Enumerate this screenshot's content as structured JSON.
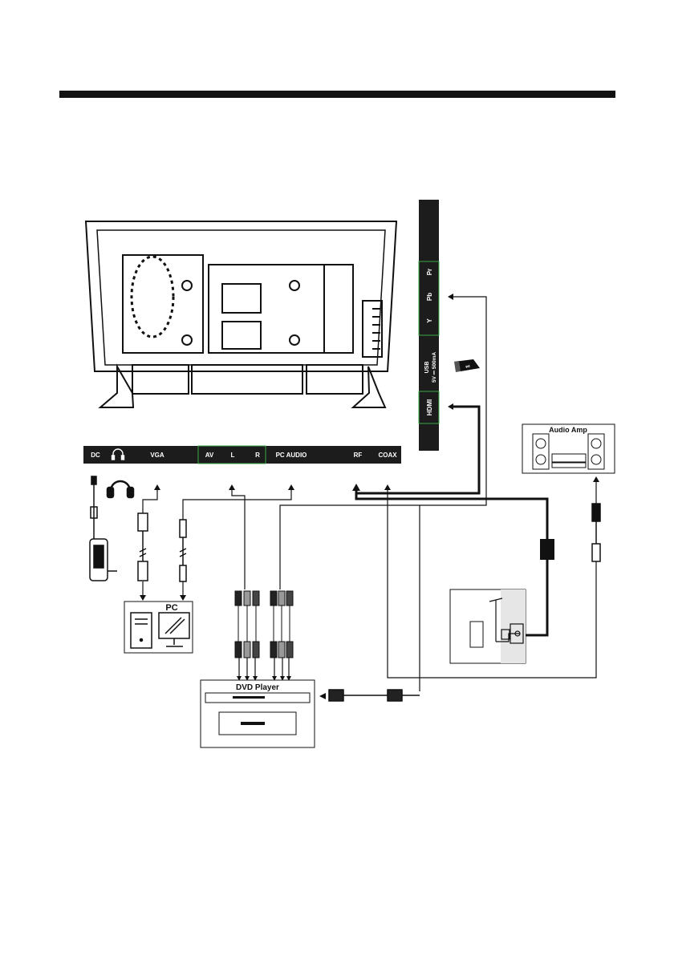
{
  "side_panel": {
    "ports": [
      "Pr",
      "Pb",
      "Y",
      "USB",
      "5V ⎓ 500mA",
      "HDMI"
    ]
  },
  "bottom_panel": {
    "ports": [
      "DC",
      "VGA",
      "AV",
      "L",
      "R",
      "PC AUDIO",
      "RF",
      "COAX"
    ]
  },
  "devices": {
    "audio_amp": "Audio Amp",
    "pc": "PC",
    "dvd_player": "DVD Player"
  },
  "colors": {
    "panel": "#1c1c1c",
    "line": "#111111",
    "av_highlight": "#3aa844",
    "antenna_box": "#e6e6e6"
  },
  "icons": [
    "headphone-icon",
    "usb-stick-icon",
    "power-adapter-icon",
    "headphones-icon",
    "vga-cable-icon",
    "audio-cable-icon",
    "rca-cable-icon",
    "hdmi-cable-icon",
    "antenna-cable-icon",
    "coax-cable-icon",
    "antenna-icon"
  ]
}
